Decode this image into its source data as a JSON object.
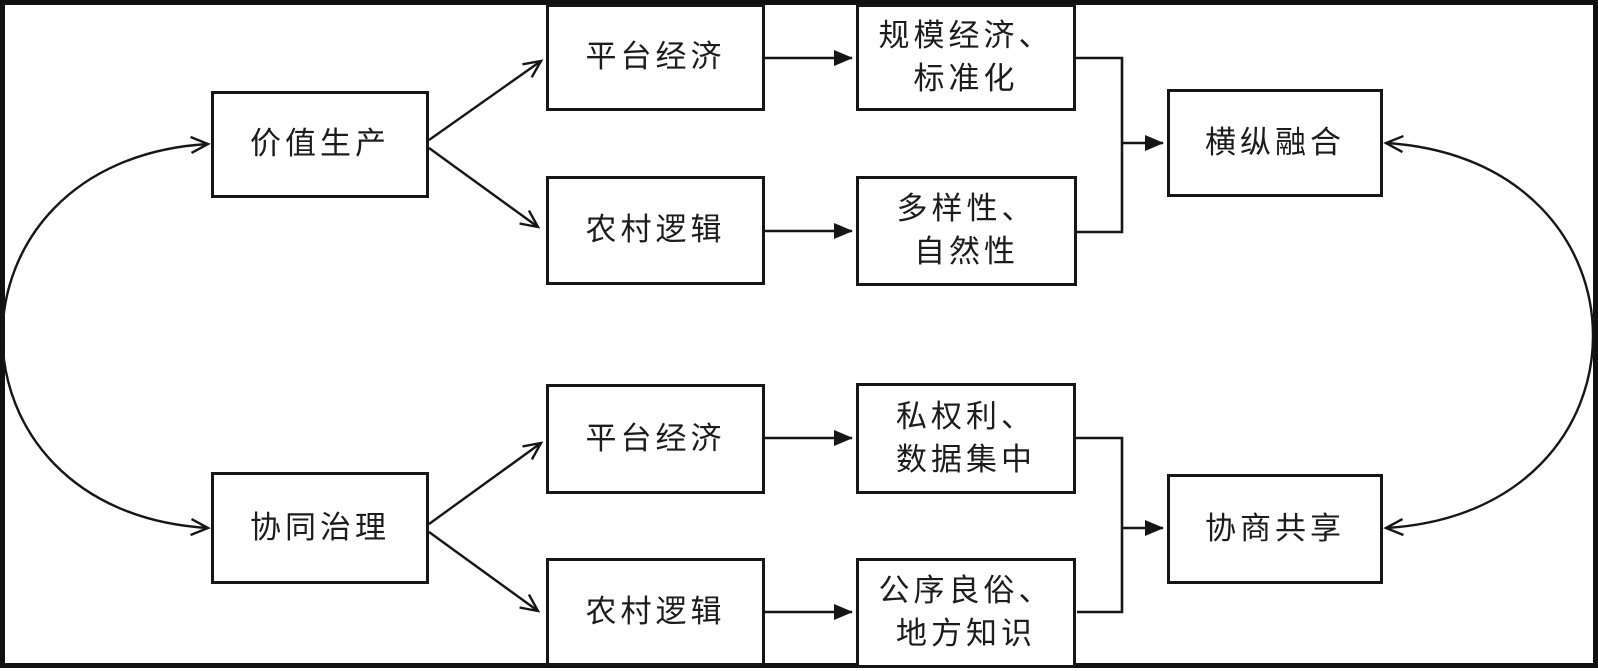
{
  "diagram": {
    "background_color": "#ffffff",
    "line_color": "#161616",
    "nodes": {
      "value_production": {
        "label": "价值生产"
      },
      "platform_economy_top": {
        "label": "平台经济"
      },
      "rural_logic_top": {
        "label": "农村逻辑"
      },
      "scale_standardization": {
        "label": "规模经济、\n标准化"
      },
      "diversity_naturalness": {
        "label": "多样性、\n自然性"
      },
      "horizontal_vertical_integration": {
        "label": "横纵融合"
      },
      "collaborative_governance": {
        "label": "协同治理"
      },
      "platform_economy_bottom": {
        "label": "平台经济"
      },
      "rural_logic_bottom": {
        "label": "农村逻辑"
      },
      "private_rights_data_concentration": {
        "label": "私权利、\n数据集中"
      },
      "public_order_local_knowledge": {
        "label": "公序良俗、\n地方知识"
      },
      "negotiated_sharing": {
        "label": "协商共享"
      }
    }
  }
}
